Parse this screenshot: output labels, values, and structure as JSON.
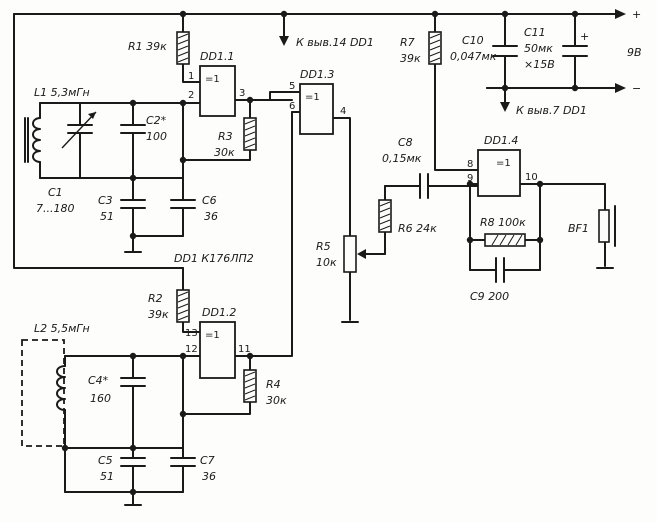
{
  "power": {
    "plus": "+",
    "minus": "−",
    "voltage": "9В"
  },
  "notes": {
    "pin14": "К выв.14 DD1",
    "pin7": "К выв.7 DD1",
    "chip": "DD1 К176ЛП2"
  },
  "gates": {
    "dd11": {
      "name": "DD1.1",
      "symbol": "=1",
      "pins": [
        "1",
        "2",
        "3"
      ]
    },
    "dd12": {
      "name": "DD1.2",
      "symbol": "=1",
      "pins": [
        "13",
        "12",
        "11"
      ]
    },
    "dd13": {
      "name": "DD1.3",
      "symbol": "=1",
      "pins": [
        "5",
        "6",
        "4"
      ]
    },
    "dd14": {
      "name": "DD1.4",
      "symbol": "=1",
      "pins": [
        "8",
        "9",
        "10"
      ]
    }
  },
  "components": {
    "r1": {
      "ref": "R1",
      "value": "39к"
    },
    "r2": {
      "ref": "R2",
      "value": "39к"
    },
    "r3": {
      "ref": "R3",
      "value": "30к"
    },
    "r4": {
      "ref": "R4",
      "value": "30к"
    },
    "r5": {
      "ref": "R5",
      "value": "10к"
    },
    "r6": {
      "ref": "R6",
      "value": "24к"
    },
    "r7": {
      "ref": "R7",
      "value": "39к"
    },
    "r8": {
      "ref": "R8",
      "value": "100к"
    },
    "c1": {
      "ref": "C1",
      "value": "7...180"
    },
    "c2": {
      "ref": "C2*",
      "value": "100"
    },
    "c3": {
      "ref": "C3",
      "value": "51"
    },
    "c4": {
      "ref": "C4*",
      "value": "160"
    },
    "c5": {
      "ref": "C5",
      "value": "51"
    },
    "c6": {
      "ref": "C6",
      "value": "36"
    },
    "c7": {
      "ref": "C7",
      "value": "36"
    },
    "c8": {
      "ref": "C8",
      "value": "0,15мк"
    },
    "c9": {
      "ref": "C9",
      "value": "200"
    },
    "c10": {
      "ref": "C10",
      "value": "0,047мк"
    },
    "c11": {
      "ref": "C11",
      "value": "50мк",
      "rating": "×15В",
      "polarity": "+"
    },
    "l1": {
      "ref": "L1",
      "value": "5,3мГн"
    },
    "l2": {
      "ref": "L2",
      "value": "5,5мГн"
    },
    "bf1": {
      "ref": "BF1"
    }
  }
}
